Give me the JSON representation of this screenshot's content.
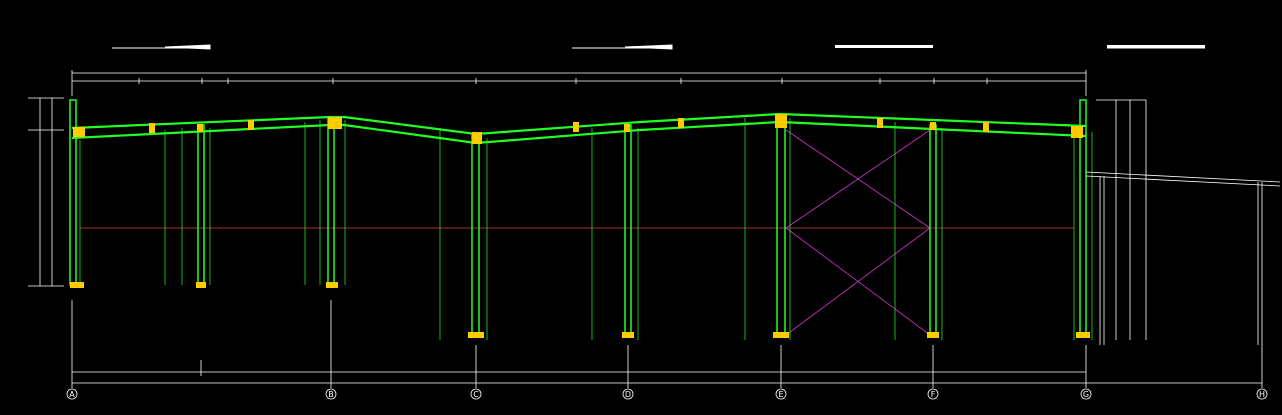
{
  "drawing": {
    "colors": {
      "background": "#000000",
      "frame": "#22ff22",
      "dimension": "#ffffff",
      "beam": "#ffee00",
      "bracing": "#cc33cc",
      "level_line": "#cc4444",
      "connection": "#ffcc00"
    },
    "grid_axes": [
      {
        "label": "A"
      },
      {
        "label": "B"
      },
      {
        "label": "C"
      },
      {
        "label": "D"
      },
      {
        "label": "E"
      },
      {
        "label": "F"
      },
      {
        "label": "G"
      },
      {
        "label": "H"
      }
    ]
  }
}
